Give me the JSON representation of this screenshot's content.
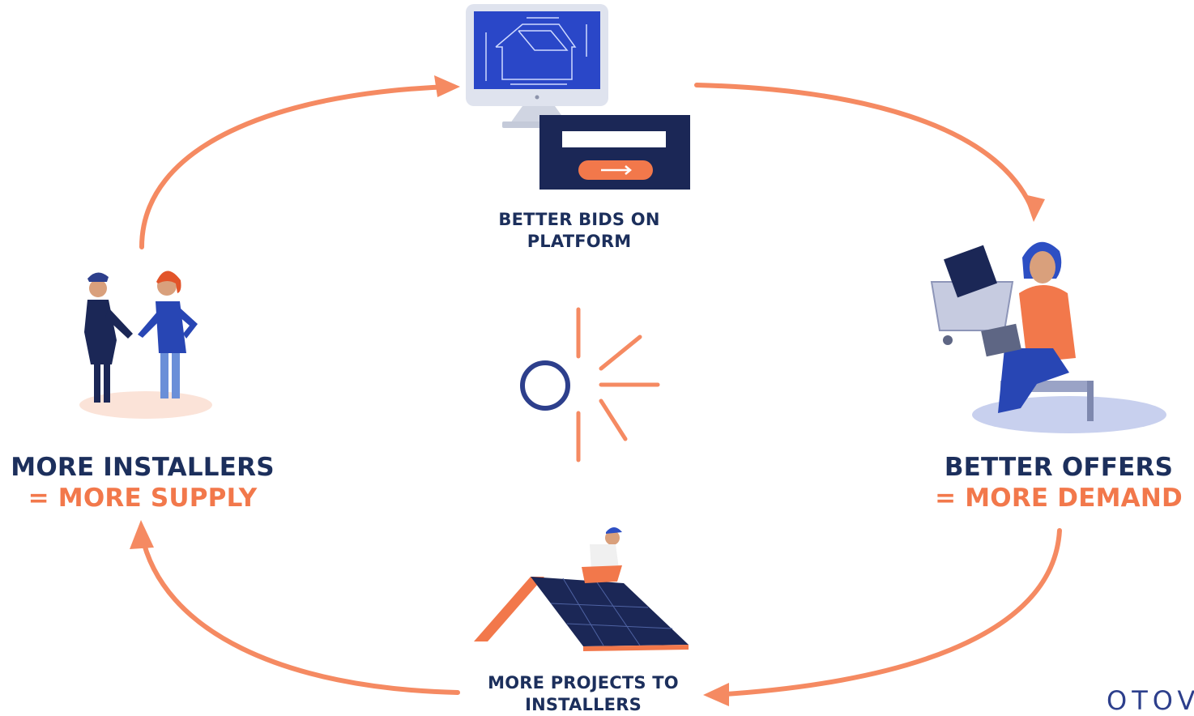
{
  "nodes": {
    "top": {
      "line1": "BETTER BIDS ON",
      "line2": "PLATFORM"
    },
    "right": {
      "line1": "BETTER OFFERS",
      "line2": "= MORE DEMAND"
    },
    "bottom": {
      "line1": "MORE PROJECTS TO",
      "line2": "INSTALLERS"
    },
    "left": {
      "line1": "MORE INSTALLERS",
      "line2": "= MORE SUPPLY"
    }
  },
  "brand": "OTOV",
  "colors": {
    "arrow": "#f58a62",
    "navy": "#1c2f5c",
    "accent_orange": "#f2784b",
    "brand_blue": "#2d3f8c"
  }
}
